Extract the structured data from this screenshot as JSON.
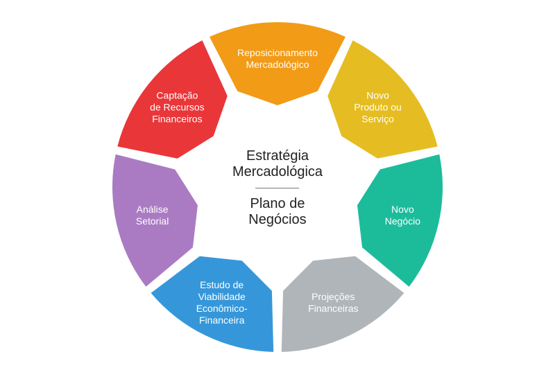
{
  "center": {
    "top": "Estratégia\nMercadológica",
    "bottom": "Plano de\nNegócios"
  },
  "segments": [
    {
      "label": "Reposicionamento\nMercadológico",
      "color": "#F29B16"
    },
    {
      "label": "Novo\nProduto ou\nServiço",
      "color": "#E5BD22"
    },
    {
      "label": "Novo\nNegócio",
      "color": "#1CBC9B"
    },
    {
      "label": "Projeções\nFinanceiras",
      "color": "#AFB5B8"
    },
    {
      "label": "Estudo de\nViabilidade\nEconômico-\nFinanceira",
      "color": "#3597DA"
    },
    {
      "label": "Análise\nSetorial",
      "color": "#AA7BC3"
    },
    {
      "label": "Captação\nde Recursos\nFinanceiros",
      "color": "#E93639"
    }
  ]
}
